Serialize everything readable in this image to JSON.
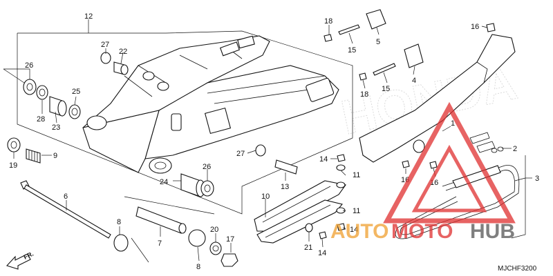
{
  "diagram": {
    "code": "MJCHF3200",
    "direction_label": "FR.",
    "callouts": {
      "c12": "12",
      "c27a": "27",
      "c22": "22",
      "c26a": "26",
      "c28": "28",
      "c23": "23",
      "c25": "25",
      "c19": "19",
      "c9": "9",
      "c6": "6",
      "c27b": "27",
      "c24": "24",
      "c26b": "26",
      "c13": "13",
      "c8a": "8",
      "c7": "7",
      "c8b": "8",
      "c20": "20",
      "c17": "17",
      "c18a": "18",
      "c15a": "15",
      "c5": "5",
      "c4": "4",
      "c18b": "18",
      "c15b": "15",
      "c16a": "16",
      "c1": "1",
      "c2": "2",
      "c3": "3",
      "c16b": "16",
      "c16c": "16",
      "c14a": "14",
      "c11a": "11",
      "c10": "10",
      "c11b": "11",
      "c14b": "14",
      "c21": "21",
      "c14c": "14"
    }
  },
  "watermark": {
    "part1": "AUTO",
    "part2": "MOTO",
    "part3": "HUB",
    "color_orange": "#f0a030",
    "color_red": "#e03030",
    "color_gray": "#555555"
  },
  "background_brand": {
    "letters": "HONDA"
  }
}
